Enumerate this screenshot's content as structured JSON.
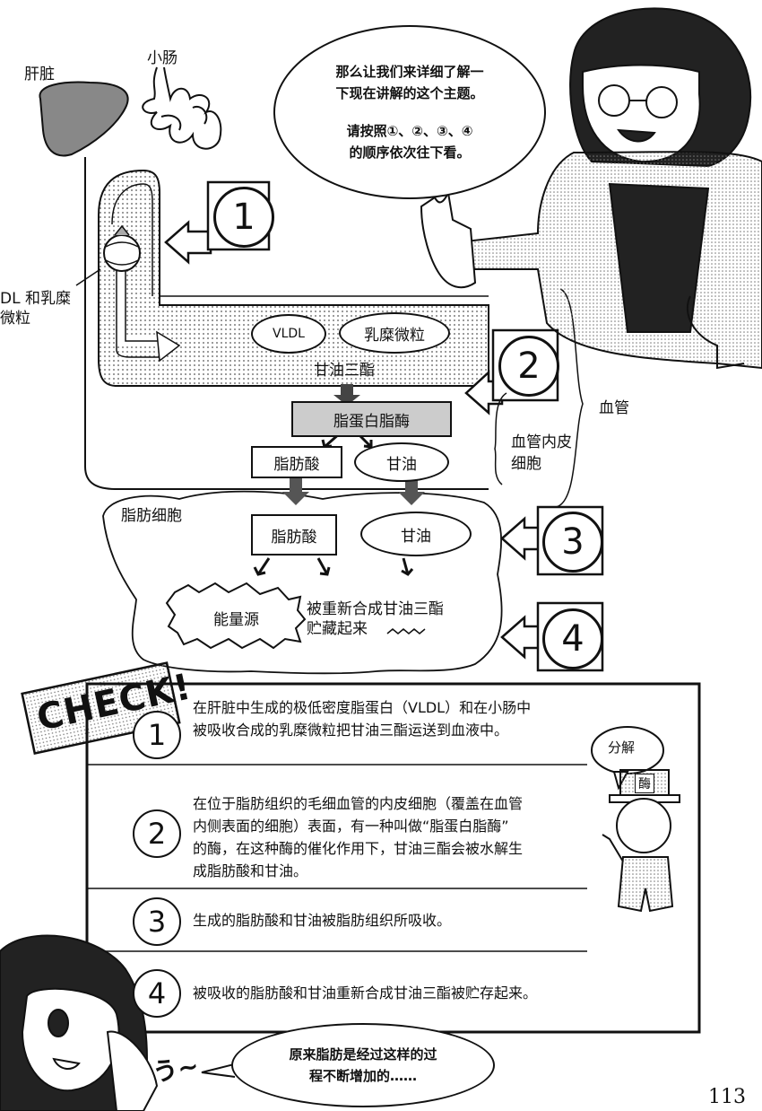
{
  "diagram": {
    "liver_label": "肝脏",
    "intestine_label": "小肠",
    "vldl_side_label_1": "DL 和乳糜",
    "vldl_side_label_2": "微粒",
    "vldl_oval": "VLDL",
    "chylo_oval": "乳糜微粒",
    "triglyceride": "甘油三酯",
    "lipase_box": "脂蛋白脂酶",
    "fatty_acid_1": "脂肪酸",
    "glycerol_1": "甘油",
    "blood_vessel": "血管",
    "endothelial_1": "血管内皮",
    "endothelial_2": "细胞",
    "fat_cell": "脂肪细胞",
    "fatty_acid_2": "脂肪酸",
    "glycerol_2": "甘油",
    "energy": "能量源",
    "resynth_1": "被重新合成甘油三酯",
    "resynth_2": "贮藏起来",
    "steps": [
      "1",
      "2",
      "3",
      "4"
    ]
  },
  "bubbles": {
    "top_line1": "那么让我们来详细了解一",
    "top_line2": "下现在讲解的这个主题。",
    "top_line3": "请按照①、②、③、④",
    "top_line4": "的顺序依次往下看。",
    "bottom_line1": "原来脂肪是经过这样的过",
    "bottom_line2": "程不断增加的……"
  },
  "check": {
    "title": "CHECK!",
    "items": [
      {
        "num": "1",
        "lines": [
          "在肝脏中生成的极低密度脂蛋白（VLDL）和在小肠中",
          "被吸收合成的乳糜微粒把甘油三酯运送到血液中。"
        ]
      },
      {
        "num": "2",
        "lines": [
          "在位于脂肪组织的毛细血管的内皮细胞（覆盖在血管",
          "内侧表面的细胞）表面，有一种叫做“脂蛋白脂酶”",
          "的酶，在这种酶的催化作用下，甘油三酯会被水解生",
          "成脂肪酸和甘油。"
        ]
      },
      {
        "num": "3",
        "lines": [
          "生成的脂肪酸和甘油被脂肪组织所吸收。"
        ]
      },
      {
        "num": "4",
        "lines": [
          "被吸收的脂肪酸和甘油重新合成甘油三酯被贮存起来。"
        ]
      }
    ]
  },
  "mascot": {
    "speech": "分解",
    "hat_label": "酶"
  },
  "sfx": "う~",
  "page_number": "113"
}
